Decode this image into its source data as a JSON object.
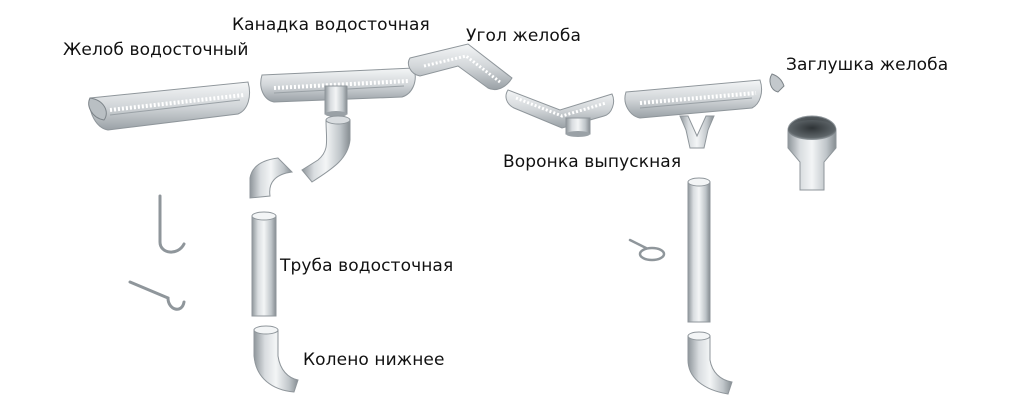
{
  "labels": {
    "gutter": "Желоб водосточный",
    "gutter_connector": "Канадка водосточная",
    "gutter_corner": "Угол желоба",
    "gutter_end_cap": "Заглушка желоба",
    "outlet_funnel": "Воронка выпускная",
    "downpipe": "Труба водосточная",
    "lower_elbow": "Колено нижнее"
  },
  "colors": {
    "metal_light": "#e9ecee",
    "metal_mid": "#c3c8cc",
    "metal_dark": "#8f969b",
    "text": "#111111"
  }
}
